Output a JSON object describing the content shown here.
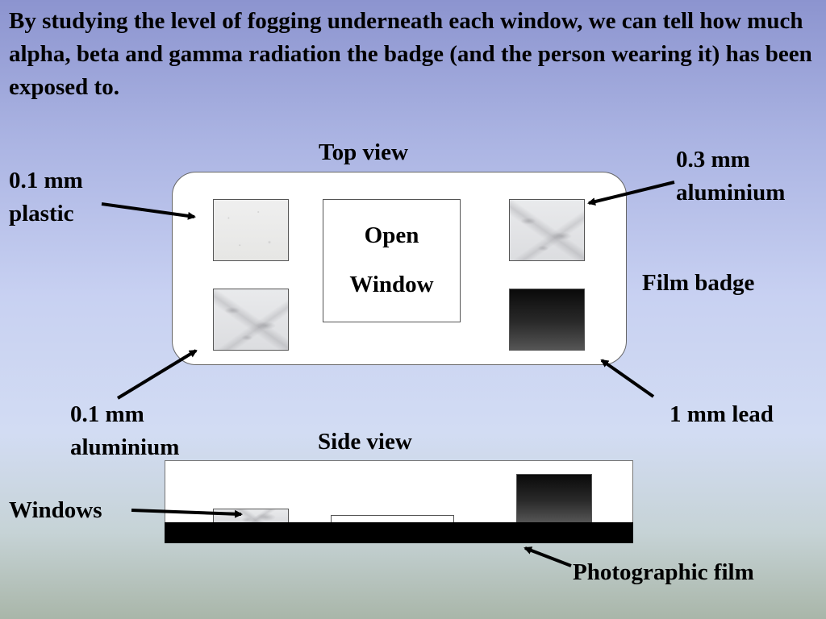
{
  "intro_text": "By studying the level of fogging underneath each window, we can tell how much alpha, beta and gamma radiation the badge (and the person wearing it) has been exposed to.",
  "labels": {
    "top_view": "Top view",
    "side_view": "Side view",
    "plastic_line1": "0.1 mm",
    "plastic_line2": "plastic",
    "alu03_line1": "0.3 mm",
    "alu03_line2": "aluminium",
    "alu01_line1": "0.1 mm",
    "alu01_line2": "aluminium",
    "film_badge": "Film badge",
    "lead": "1 mm lead",
    "windows": "Windows",
    "photographic_film": "Photographic film",
    "open_line1": "Open",
    "open_line2": "Window"
  }
}
